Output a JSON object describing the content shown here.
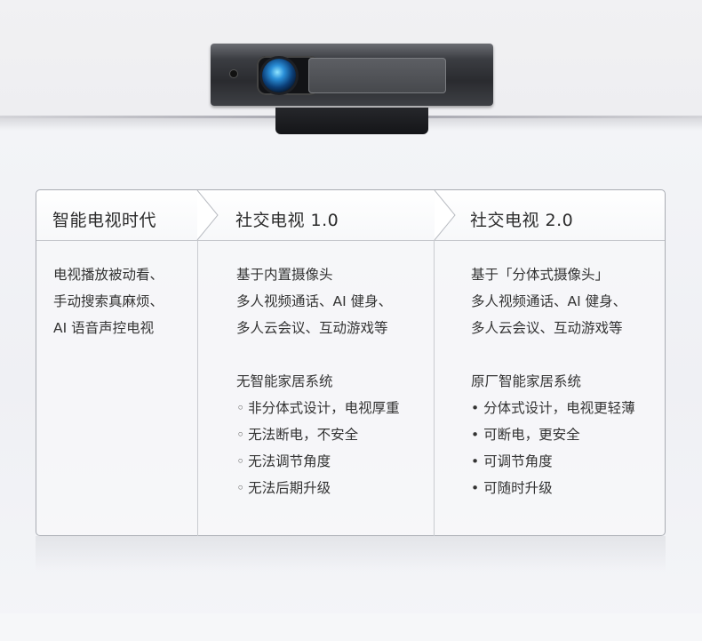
{
  "columns": [
    {
      "title": "智能电视时代",
      "groups": [
        {
          "heading": "",
          "lines": [
            "电视播放被动看、",
            "手动搜索真麻烦、",
            "AI 语音声控电视"
          ]
        }
      ]
    },
    {
      "title": "社交电视 1.0",
      "groups": [
        {
          "heading": "",
          "lines": [
            "基于内置摄像头",
            "多人视频通话、AI 健身、",
            "多人云会议、互动游戏等"
          ]
        },
        {
          "heading": "无智能家居系统",
          "bullet": "hollow",
          "lines": [
            "非分体式设计，电视厚重",
            "无法断电，不安全",
            "无法调节角度",
            "无法后期升级"
          ]
        }
      ]
    },
    {
      "title": "社交电视 2.0",
      "groups": [
        {
          "heading": "",
          "lines": [
            "基于「分体式摄像头」",
            "多人视频通话、AI 健身、",
            "多人云会议、互动游戏等"
          ]
        },
        {
          "heading": "原厂智能家居系统",
          "bullet": "solid",
          "lines": [
            "分体式设计，电视更轻薄",
            "可断电，更安全",
            "可调节角度",
            "可随时升级"
          ]
        }
      ]
    }
  ]
}
